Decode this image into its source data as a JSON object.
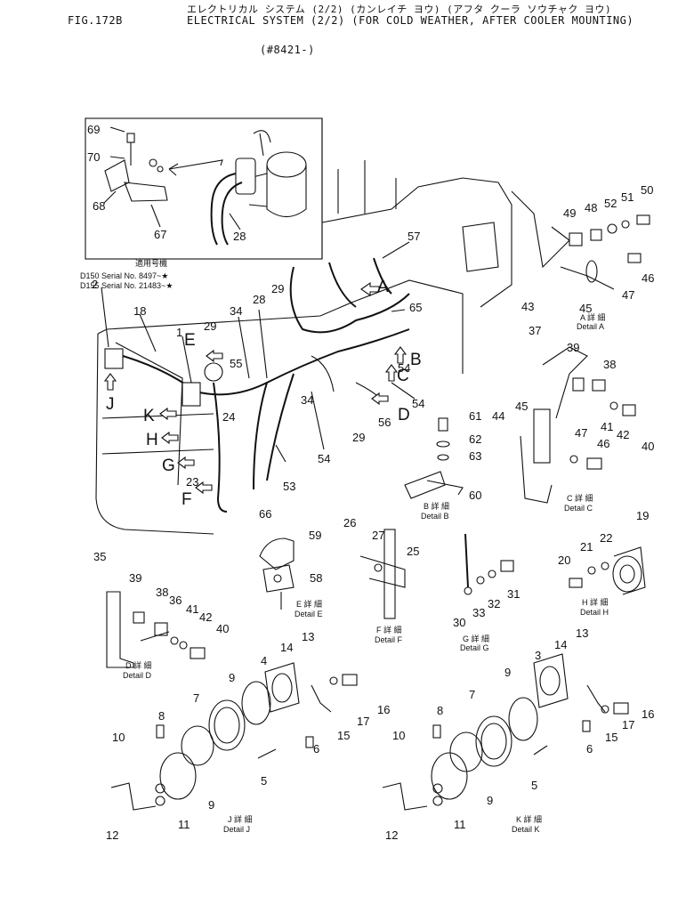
{
  "header": {
    "figure_number": "FIG.172B",
    "title_jp": "エレクトリカル システム (2/2) (カンレイチ ヨウ) (アフタ クーラ ソウチャク ヨウ)",
    "title_en": "ELECTRICAL SYSTEM (2/2) (FOR COLD WEATHER, AFTER COOLER MOUNTING)",
    "serial_range": "(#8421-)"
  },
  "serials": {
    "heading": "適用号機",
    "d150": "D150  Serial No. 8497~★",
    "d155": "D155  Serial No. 21483~★"
  },
  "detail_labels": {
    "A": {
      "jp": "A 詳 細",
      "en": "Detail A"
    },
    "B": {
      "jp": "B 詳 細",
      "en": "Detail B"
    },
    "C": {
      "jp": "C 詳 細",
      "en": "Detail C"
    },
    "D": {
      "jp": "D 詳 細",
      "en": "Detail D"
    },
    "E": {
      "jp": "E 詳 細",
      "en": "Detail E"
    },
    "F": {
      "jp": "F 詳 細",
      "en": "Detail F"
    },
    "G": {
      "jp": "G 詳 細",
      "en": "Detail G"
    },
    "H": {
      "jp": "H 詳 細",
      "en": "Detail H"
    },
    "J": {
      "jp": "J 詳 細",
      "en": "Detail J"
    },
    "K": {
      "jp": "K 詳 細",
      "en": "Detail K"
    }
  },
  "view_letters": [
    "A",
    "B",
    "C",
    "D",
    "E",
    "F",
    "G",
    "H",
    "J",
    "K"
  ],
  "part_numbers": {
    "inset": [
      "69",
      "70",
      "68",
      "67",
      "28"
    ],
    "main": [
      "2",
      "18",
      "1",
      "29",
      "34",
      "28",
      "29",
      "57",
      "65",
      "55",
      "24",
      "23",
      "53",
      "54",
      "34",
      "54",
      "56",
      "29",
      "54",
      "66"
    ],
    "detail_a": [
      "49",
      "48",
      "52",
      "51",
      "50",
      "43",
      "45",
      "47",
      "46"
    ],
    "detail_c": [
      "37",
      "39",
      "38",
      "44",
      "45",
      "47",
      "41",
      "42",
      "46",
      "40"
    ],
    "detail_b": [
      "61",
      "62",
      "63",
      "60"
    ],
    "detail_e": [
      "59",
      "58"
    ],
    "detail_f": [
      "26",
      "27",
      "25"
    ],
    "detail_g": [
      "30",
      "33",
      "32",
      "31"
    ],
    "detail_h": [
      "19",
      "21",
      "22",
      "20"
    ],
    "detail_d": [
      "35",
      "39",
      "38",
      "36",
      "41",
      "42",
      "40"
    ],
    "detail_j": [
      "4",
      "14",
      "13",
      "8",
      "7",
      "9",
      "10",
      "16",
      "17",
      "15",
      "6",
      "5",
      "9",
      "12",
      "11"
    ],
    "detail_k": [
      "3",
      "14",
      "13",
      "7",
      "9",
      "8",
      "10",
      "16",
      "17",
      "15",
      "6",
      "5",
      "9",
      "12",
      "11"
    ]
  }
}
